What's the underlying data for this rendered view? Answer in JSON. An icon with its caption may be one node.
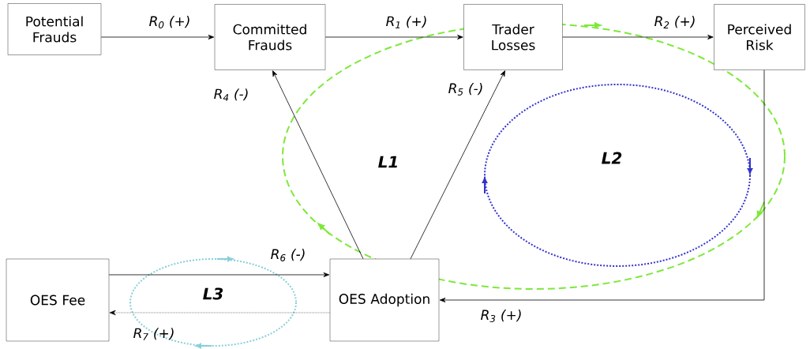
{
  "diagram": {
    "nodes": [
      {
        "text": [
          "Potential Frauds"
        ]
      },
      {
        "text": [
          "Committed Frauds"
        ]
      },
      {
        "text": [
          "Trader Losses"
        ]
      },
      {
        "text": [
          "Perceived Risk"
        ]
      },
      {
        "text": [
          "OES Fee"
        ]
      },
      {
        "text": [
          "OES Adoption"
        ]
      }
    ],
    "edges": [
      {
        "from": 0,
        "to": 1,
        "arrow": "to",
        "label": "R$_{0}$ (+)"
      },
      {
        "from": 1,
        "to": 2,
        "arrow": "to",
        "label": "R$_{1}$ (+)"
      },
      {
        "from": 2,
        "to": 3,
        "arrow": "to",
        "label": "R$_{2}$ (+)"
      },
      {
        "from": 5,
        "to": 1,
        "arrow": "to",
        "label": "R$_{4}$ (-)"
      },
      {
        "from": 5,
        "to": 2,
        "arrow": "to",
        "label": "R$_{5}$ (-)"
      },
      {
        "from": 3,
        "to": 5,
        "arrow": "to",
        "label": "R$_{3}$ (+)"
      },
      {
        "from": 4,
        "to": 5,
        "arrow": "to",
        "label": "R$_{6}$ (-)"
      },
      {
        "from": 5,
        "to": 4,
        "arrow": "to",
        "label": "R$_{7}$ (+)",
        "style": "dashed"
      }
    ],
    "labels": [
      "L1",
      "L2",
      "L3"
    ]
  }
}
